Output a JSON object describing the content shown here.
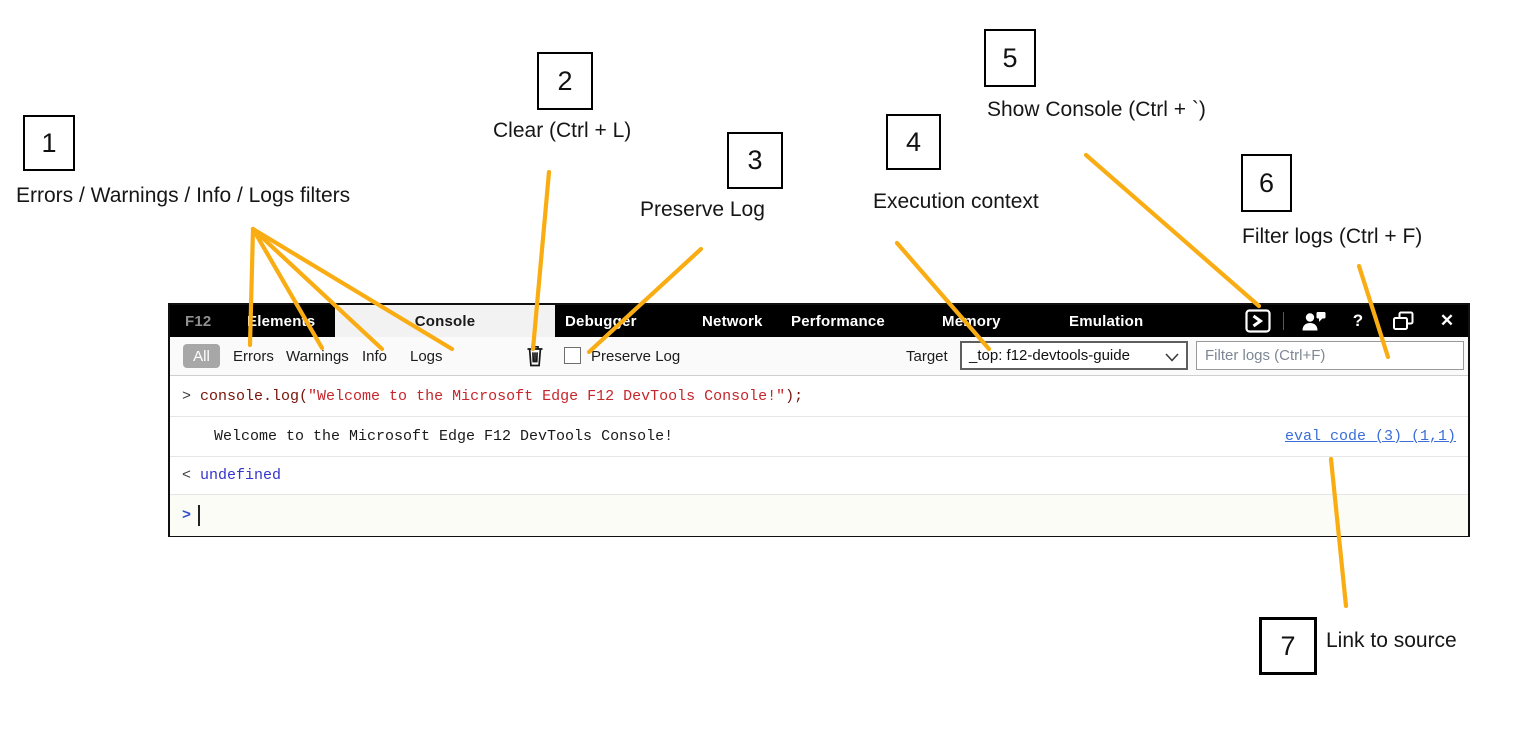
{
  "callouts": [
    {
      "number": "1",
      "label": "Errors / Warnings / Info / Logs filters"
    },
    {
      "number": "2",
      "label": "Clear (Ctrl + L)"
    },
    {
      "number": "3",
      "label": "Preserve Log"
    },
    {
      "number": "4",
      "label": "Execution context"
    },
    {
      "number": "5",
      "label": "Show Console (Ctrl + `)"
    },
    {
      "number": "6",
      "label": "Filter logs (Ctrl + F)"
    },
    {
      "number": "7",
      "label": "Link to source"
    }
  ],
  "devtools": {
    "tabs": [
      "F12",
      "Elements",
      "Console",
      "Debugger",
      "Network",
      "Performance",
      "Memory",
      "Emulation"
    ],
    "active_tab": "Console",
    "titlebar": {
      "help_label": "?",
      "close_label": "✕"
    },
    "toolbar": {
      "filters": [
        "All",
        "Errors",
        "Warnings",
        "Info",
        "Logs"
      ],
      "active_filter": "All",
      "preserve_log_label": "Preserve Log",
      "target_label": "Target",
      "target_value": "_top: f12-devtools-guide",
      "filter_placeholder": "Filter logs (Ctrl+F)"
    },
    "console": {
      "echo_prompt": ">",
      "echo_code": "console.log(",
      "echo_string": "\"Welcome to the Microsoft Edge F12 DevTools Console!\"",
      "echo_end": ");",
      "result_text": "Welcome to the Microsoft Edge F12 DevTools Console!",
      "source_link": "eval code (3) (1,1)",
      "return_prompt": "<",
      "return_value": "undefined",
      "input_prompt": ">"
    }
  },
  "colors": {
    "accent_line": "#F9AD13",
    "link_blue": "#3b6ed6",
    "string_red": "#c5262c"
  }
}
